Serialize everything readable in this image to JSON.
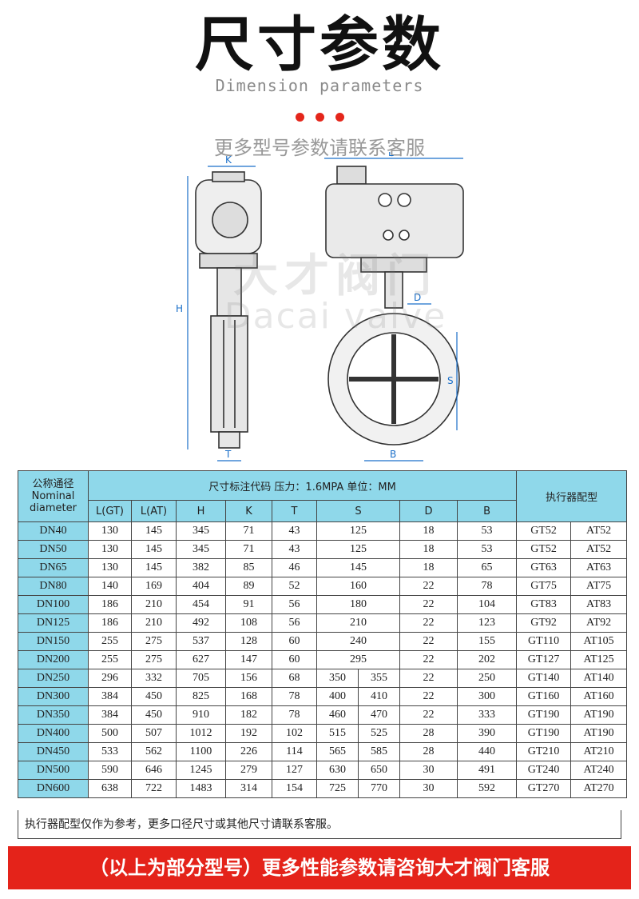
{
  "header": {
    "title": "尺寸参数",
    "subtitle": "Dimension parameters",
    "notice": "更多型号参数请联系客服"
  },
  "drawing": {
    "labels": {
      "k": "K",
      "l": "L",
      "h": "H",
      "d": "D",
      "s": "S",
      "t": "T",
      "b": "B"
    },
    "watermark_cn": "大才阀门",
    "watermark_en": "Dacai valve"
  },
  "table": {
    "nominal_cn": "公称通径",
    "nominal_en1": "Nominal",
    "nominal_en2": "diameter",
    "spec_header": "尺寸标注代码  压力：1.6MPA  单位：MM",
    "actuator_header": "执行器配型",
    "columns": [
      "L(GT)",
      "L(AT)",
      "H",
      "K",
      "T",
      "S",
      "D",
      "B"
    ],
    "rows": [
      {
        "dn": "DN40",
        "lgt": "130",
        "lat": "145",
        "h": "345",
        "k": "71",
        "t": "43",
        "s1": "125",
        "s2": "",
        "d": "18",
        "b": "53",
        "gt": "GT52",
        "at": "AT52"
      },
      {
        "dn": "DN50",
        "lgt": "130",
        "lat": "145",
        "h": "345",
        "k": "71",
        "t": "43",
        "s1": "125",
        "s2": "",
        "d": "18",
        "b": "53",
        "gt": "GT52",
        "at": "AT52"
      },
      {
        "dn": "DN65",
        "lgt": "130",
        "lat": "145",
        "h": "382",
        "k": "85",
        "t": "46",
        "s1": "145",
        "s2": "",
        "d": "18",
        "b": "65",
        "gt": "GT63",
        "at": "AT63"
      },
      {
        "dn": "DN80",
        "lgt": "140",
        "lat": "169",
        "h": "404",
        "k": "89",
        "t": "52",
        "s1": "160",
        "s2": "",
        "d": "22",
        "b": "78",
        "gt": "GT75",
        "at": "AT75"
      },
      {
        "dn": "DN100",
        "lgt": "186",
        "lat": "210",
        "h": "454",
        "k": "91",
        "t": "56",
        "s1": "180",
        "s2": "",
        "d": "22",
        "b": "104",
        "gt": "GT83",
        "at": "AT83"
      },
      {
        "dn": "DN125",
        "lgt": "186",
        "lat": "210",
        "h": "492",
        "k": "108",
        "t": "56",
        "s1": "210",
        "s2": "",
        "d": "22",
        "b": "123",
        "gt": "GT92",
        "at": "AT92"
      },
      {
        "dn": "DN150",
        "lgt": "255",
        "lat": "275",
        "h": "537",
        "k": "128",
        "t": "60",
        "s1": "240",
        "s2": "",
        "d": "22",
        "b": "155",
        "gt": "GT110",
        "at": "AT105"
      },
      {
        "dn": "DN200",
        "lgt": "255",
        "lat": "275",
        "h": "627",
        "k": "147",
        "t": "60",
        "s1": "295",
        "s2": "",
        "d": "22",
        "b": "202",
        "gt": "GT127",
        "at": "AT125"
      },
      {
        "dn": "DN250",
        "lgt": "296",
        "lat": "332",
        "h": "705",
        "k": "156",
        "t": "68",
        "s1": "350",
        "s2": "355",
        "d": "22",
        "b": "250",
        "gt": "GT140",
        "at": "AT140"
      },
      {
        "dn": "DN300",
        "lgt": "384",
        "lat": "450",
        "h": "825",
        "k": "168",
        "t": "78",
        "s1": "400",
        "s2": "410",
        "d": "22",
        "b": "300",
        "gt": "GT160",
        "at": "AT160"
      },
      {
        "dn": "DN350",
        "lgt": "384",
        "lat": "450",
        "h": "910",
        "k": "182",
        "t": "78",
        "s1": "460",
        "s2": "470",
        "d": "22",
        "b": "333",
        "gt": "GT190",
        "at": "AT190"
      },
      {
        "dn": "DN400",
        "lgt": "500",
        "lat": "507",
        "h": "1012",
        "k": "192",
        "t": "102",
        "s1": "515",
        "s2": "525",
        "d": "28",
        "b": "390",
        "gt": "GT190",
        "at": "AT190"
      },
      {
        "dn": "DN450",
        "lgt": "533",
        "lat": "562",
        "h": "1100",
        "k": "226",
        "t": "114",
        "s1": "565",
        "s2": "585",
        "d": "28",
        "b": "440",
        "gt": "GT210",
        "at": "AT210"
      },
      {
        "dn": "DN500",
        "lgt": "590",
        "lat": "646",
        "h": "1245",
        "k": "279",
        "t": "127",
        "s1": "630",
        "s2": "650",
        "d": "30",
        "b": "491",
        "gt": "GT240",
        "at": "AT240"
      },
      {
        "dn": "DN600",
        "lgt": "638",
        "lat": "722",
        "h": "1483",
        "k": "314",
        "t": "154",
        "s1": "725",
        "s2": "770",
        "d": "30",
        "b": "592",
        "gt": "GT270",
        "at": "AT270"
      }
    ],
    "footnote": "执行器配型仅作为参考，更多口径尺寸或其他尺寸请联系客服。"
  },
  "banner": {
    "text": "（以上为部分型号）更多性能参数请咨询大才阀门客服"
  },
  "colors": {
    "accent_red": "#e4231a",
    "table_header": "#8fd8ea",
    "dim_line": "#1a6fc9"
  }
}
